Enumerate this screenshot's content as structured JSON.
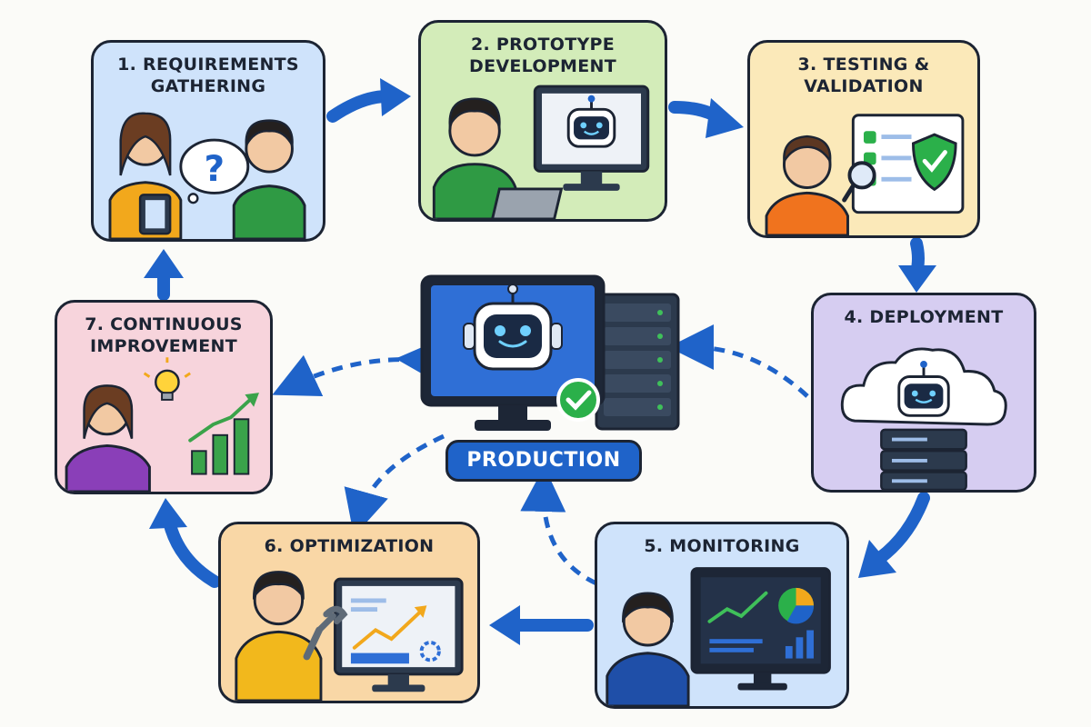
{
  "stages": [
    {
      "id": "requirements",
      "title": "1. REQUIREMENTS\nGATHERING",
      "color": "#cfe3fb",
      "icon": "question-thought-bubble-icon"
    },
    {
      "id": "prototype",
      "title": "2. PROTOTYPE\nDEVELOPMENT",
      "color": "#d3ecb9",
      "icon": "robot-monitor-icon"
    },
    {
      "id": "testing",
      "title": "3. TESTING &\nVALIDATION",
      "color": "#fbe9b9",
      "icon": "shield-check-icon"
    },
    {
      "id": "deployment",
      "title": "4. DEPLOYMENT",
      "color": "#d6cdf1",
      "icon": "cloud-robot-icon"
    },
    {
      "id": "monitoring",
      "title": "5. MONITORING",
      "color": "#cfe3fb",
      "icon": "dashboard-chart-icon"
    },
    {
      "id": "optimization",
      "title": "6. OPTIMIZATION",
      "color": "#f9d7a6",
      "icon": "wrench-gear-icon"
    },
    {
      "id": "improvement",
      "title": "7. CONTINUOUS\nIMPROVEMENT",
      "color": "#f7d4dc",
      "icon": "lightbulb-growth-icon"
    }
  ],
  "center": {
    "label": "PRODUCTION",
    "icon": "robot-server-check-icon"
  },
  "colors": {
    "arrow": "#1f63c9",
    "outline": "#1c2433",
    "check": "#2bb04a",
    "growth": "#3aa34a",
    "background": "#fbfbf8"
  }
}
